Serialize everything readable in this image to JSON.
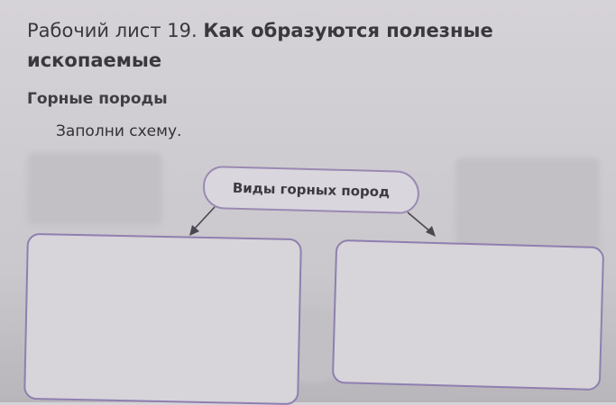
{
  "header": {
    "title_prefix": "Рабочий лист 19.",
    "title_main": "Как образуются полезные",
    "title_line2": "ископаемые"
  },
  "section": {
    "heading": "Горные породы",
    "instruction": "Заполни схему."
  },
  "diagram": {
    "root_label": "Виды горных пород",
    "left_answer": "",
    "right_answer": ""
  }
}
